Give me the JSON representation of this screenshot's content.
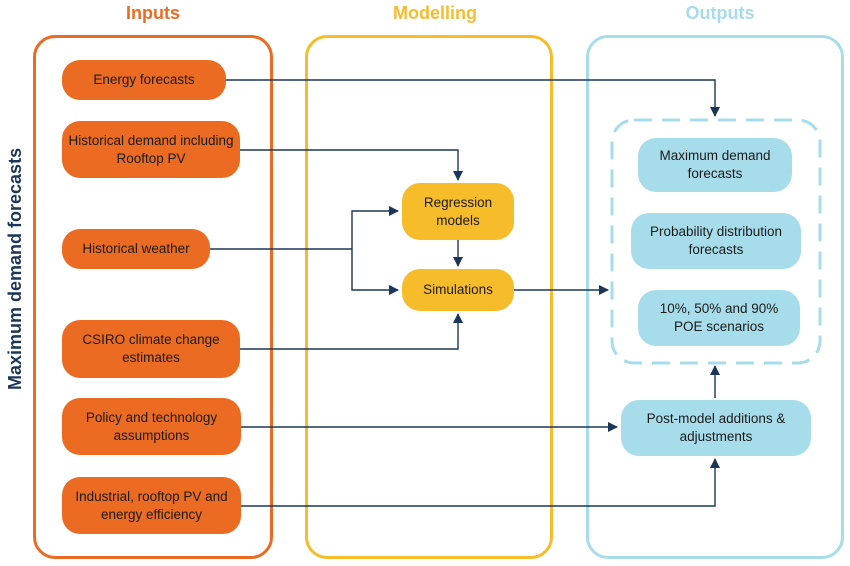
{
  "colors": {
    "inputs": "#ec6b22",
    "modelling": "#f7bc2a",
    "outputs": "#a7ddea",
    "arrow": "#1b3658",
    "side_title": "#1b3658"
  },
  "side_title": "Maximum demand forecasts",
  "columns": {
    "inputs": {
      "title": "Inputs"
    },
    "modelling": {
      "title": "Modelling"
    },
    "outputs": {
      "title": "Outputs"
    }
  },
  "inputs": [
    "Energy forecasts",
    "Historical demand including Rooftop PV",
    "Historical weather",
    "CSIRO climate change estimates",
    "Policy and technology assumptions",
    "Industrial, rooftop PV and energy efficiency"
  ],
  "modelling": [
    "Regression models",
    "Simulations"
  ],
  "outputs": {
    "results": [
      "Maximum demand forecasts",
      "Probability distribution forecasts",
      "10%, 50% and 90% POE scenarios"
    ],
    "post_model": "Post-model additions & adjustments"
  }
}
